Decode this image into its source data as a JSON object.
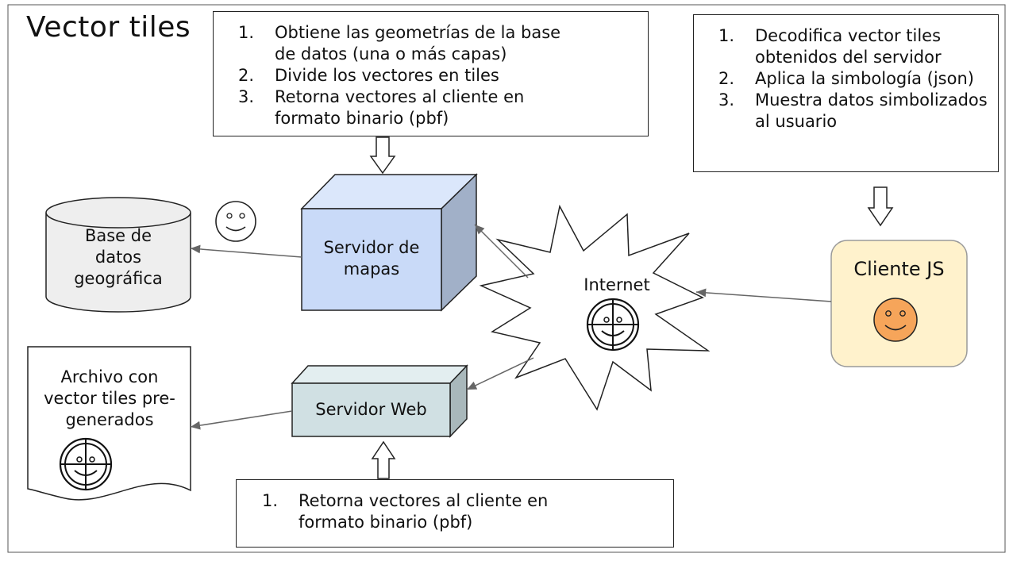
{
  "title": "Vector tiles",
  "server_steps_box": {
    "items": [
      {
        "num": "1.",
        "text": "Obtiene las geometrías de la base de datos  (una o más capas)"
      },
      {
        "num": "2.",
        "text": "Divide los vectores en tiles"
      },
      {
        "num": "3.",
        "text": "Retorna vectores  al cliente en formato binario (pbf)"
      }
    ]
  },
  "client_steps_box": {
    "items": [
      {
        "num": "1.",
        "text": "Decodifica  vector tiles obtenidos del servidor"
      },
      {
        "num": "2.",
        "text": "Aplica la simbología (json)"
      },
      {
        "num": "3.",
        "text": "Muestra datos simbolizados al usuario"
      }
    ]
  },
  "web_steps_box": {
    "items": [
      {
        "num": "1.",
        "text": "Retorna vectores  al cliente en formato binario (pbf)"
      }
    ]
  },
  "nodes": {
    "database": {
      "label": "Base de datos geográfica",
      "fill": "#eeeeee"
    },
    "map_server": {
      "label": "Servidor de mapas",
      "fill": "#c9daf8"
    },
    "internet": {
      "label": "Internet"
    },
    "client": {
      "label": "Cliente JS",
      "fill": "#fff2cc",
      "face_color": "#f6a55a"
    },
    "file": {
      "label": "Archivo con vector tiles pre-generados"
    },
    "web_server": {
      "label": "Servidor Web",
      "fill": "#d0e0e3"
    }
  },
  "icons": {
    "crosshair_face": "crosshair-smiley-icon",
    "smiley": "smiley-face-icon"
  }
}
